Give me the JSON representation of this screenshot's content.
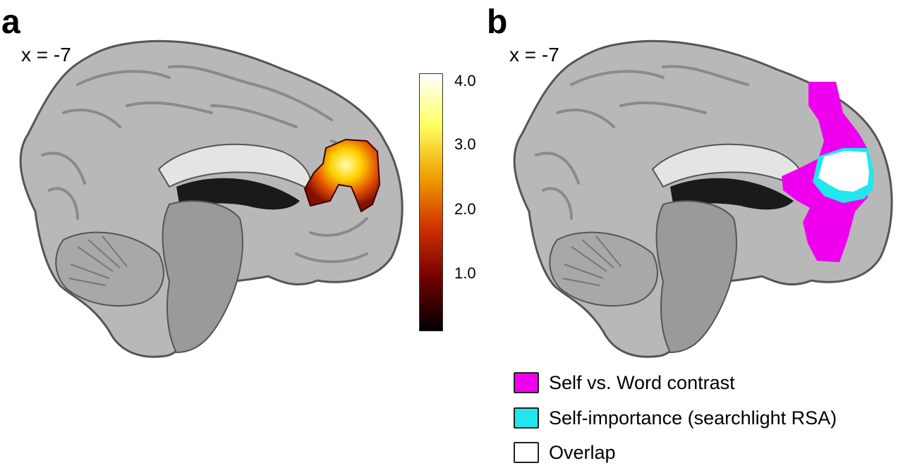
{
  "panels": [
    {
      "letter": "a",
      "coordinate": "x = -7",
      "colorbar": {
        "ticks": [
          "4.0",
          "3.0",
          "2.0",
          "1.0"
        ],
        "colors": [
          "#ffffff",
          "#ffff60",
          "#f0a000",
          "#d03000",
          "#700000",
          "#000000"
        ]
      }
    },
    {
      "letter": "b",
      "coordinate": "x = -7",
      "legend": [
        {
          "label": "Self vs. Word contrast",
          "color": "#ee00ee"
        },
        {
          "label": "Self-importance (searchlight RSA)",
          "color": "#22e6ee"
        },
        {
          "label": "Overlap",
          "color": "#ffffff"
        }
      ]
    }
  ]
}
